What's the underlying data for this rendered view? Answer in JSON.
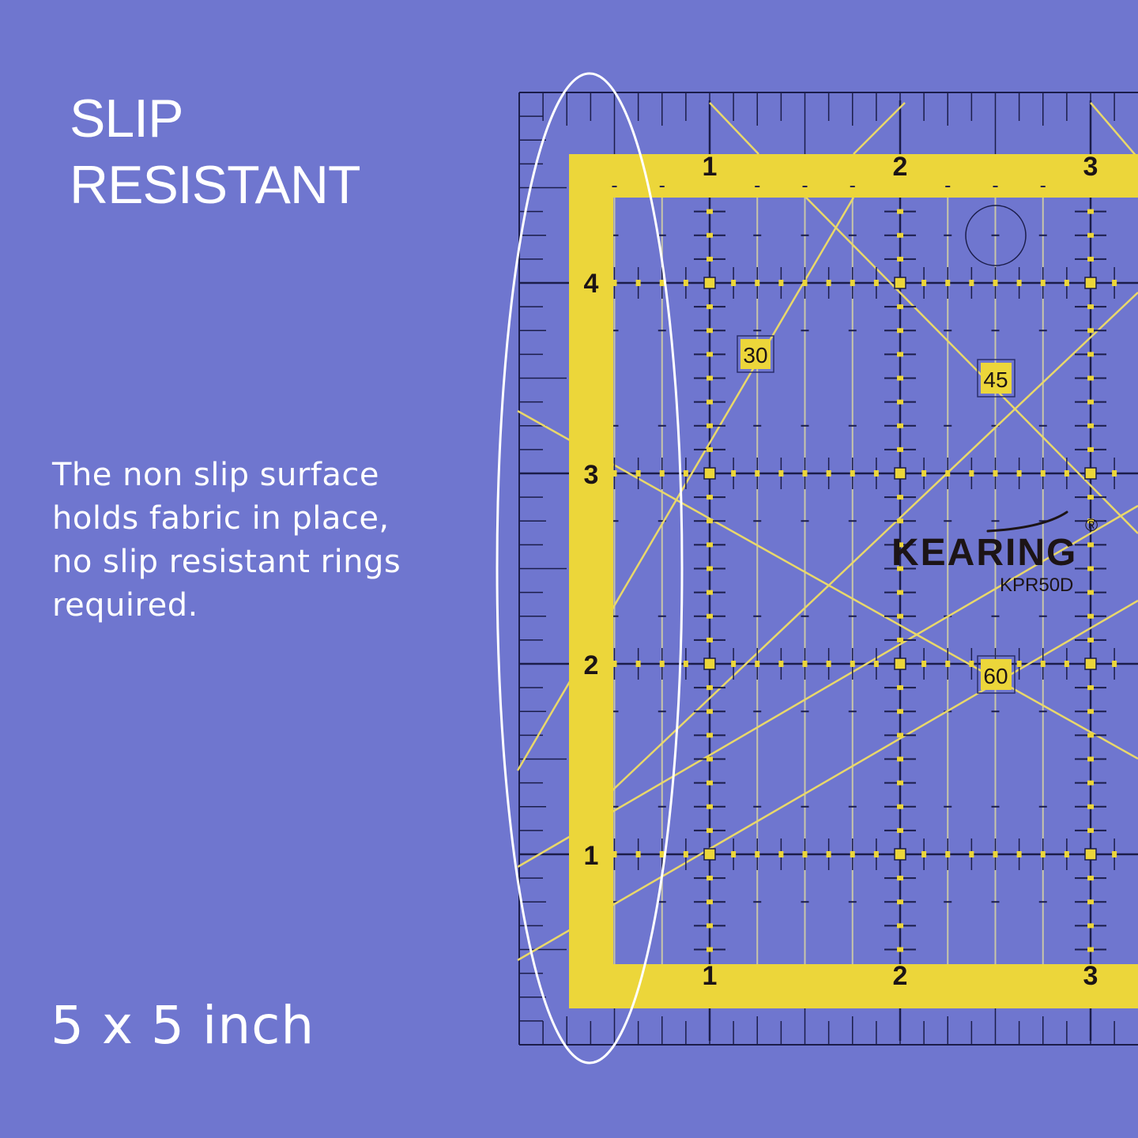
{
  "headline": {
    "lines": [
      "SLIP",
      "RESISTANT"
    ]
  },
  "description": {
    "lines": [
      "The non slip surface",
      "holds fabric in place,",
      "no slip resistant rings",
      "required."
    ]
  },
  "size_label": "5 x 5 inch",
  "ruler": {
    "brand": "KEARING",
    "registered_mark": "®",
    "model": "KPR50D",
    "top_inch_labels": [
      "1",
      "2",
      "3"
    ],
    "bottom_inch_labels": [
      "1",
      "2",
      "3"
    ],
    "side_inch_labels": [
      "4",
      "3",
      "2",
      "1"
    ],
    "angle_badges": [
      "30",
      "45",
      "60"
    ],
    "highlight": "ellipse-around-left-edge"
  },
  "colors": {
    "background": "#6f76cf",
    "ruler_yellow": "#ecd63a",
    "grid_line_dark": "#1b1d4a",
    "angle_line": "#e9d86a",
    "highlight_ellipse": "#ffffff",
    "text": "#ffffff"
  }
}
